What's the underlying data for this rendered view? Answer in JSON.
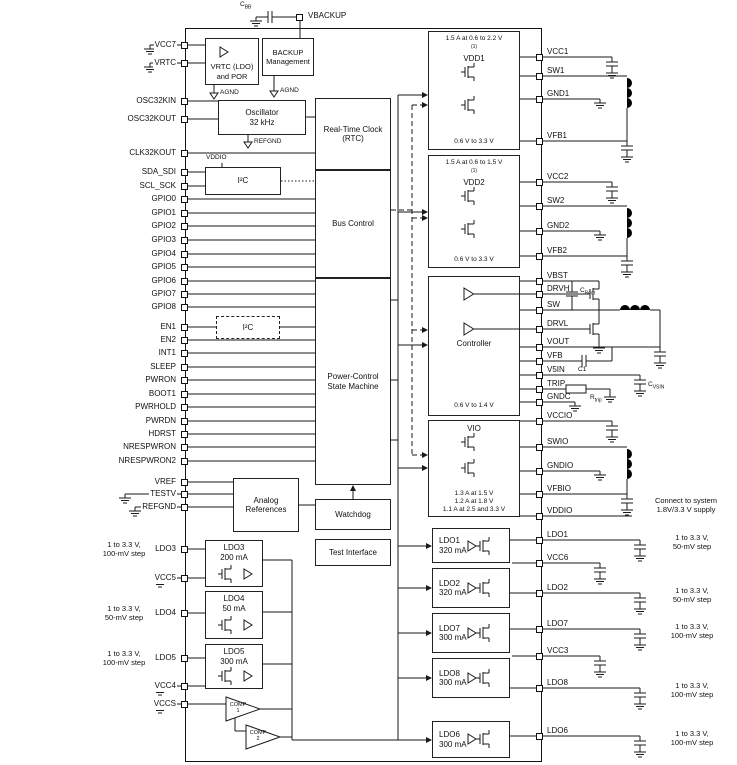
{
  "diagram": {
    "top_pin": "VBACKUP",
    "left_pins": [
      "VCC7",
      "VRTC",
      "OSC32KIN",
      "OSC32KOUT",
      "CLK32KOUT",
      "SDA_SDI",
      "SCL_SCK",
      "GPIO0",
      "GPIO1",
      "GPIO2",
      "GPIO3",
      "GPIO4",
      "GPIO5",
      "GPIO6",
      "GPIO7",
      "GPIO8",
      "EN1",
      "EN2",
      "INT1",
      "SLEEP",
      "PWRON",
      "BOOT1",
      "PWRHOLD",
      "PWRDN",
      "HDRST",
      "NRESPWRON",
      "NRESPWRON2",
      "VREF",
      "TESTV",
      "REFGND",
      "LDO3",
      "VCC5",
      "LDO4",
      "LDO5",
      "VCC4",
      "VCCS"
    ],
    "right_pins": [
      "VCC1",
      "SW1",
      "GND1",
      "VFB1",
      "VCC2",
      "SW2",
      "GND2",
      "VFB2",
      "VBST",
      "DRVH",
      "SW",
      "DRVL",
      "VOUT",
      "VFB",
      "V5IN",
      "TRIP",
      "GNDC",
      "VCCIO",
      "SWIO",
      "GNDIO",
      "VFBIO",
      "VDDIO",
      "LDO1",
      "VCC6",
      "LDO2",
      "LDO7",
      "VCC3",
      "LDO8",
      "LDO6"
    ],
    "blocks": {
      "vrtc": {
        "l1": "VRTC (LDO)",
        "l2": "and POR"
      },
      "backup": {
        "l1": "BACKUP",
        "l2": "Management"
      },
      "agnd": "AGND",
      "osc": {
        "l1": "Oscillator",
        "l2": "32 kHz"
      },
      "refgnd": "REFGND",
      "vddio": "VDDIO",
      "rtc": "Real-Time Clock (RTC)",
      "i2c": "I²C",
      "bus": "Bus Control",
      "pcsm": "Power-Control State Machine",
      "analog": "Analog References",
      "watchdog": "Watchdog",
      "test": "Test Interface",
      "ldo3": {
        "name": "LDO3",
        "current": "200 mA"
      },
      "ldo4": {
        "name": "LDO4",
        "current": "50 mA"
      },
      "ldo5": {
        "name": "LDO5",
        "current": "300 mA"
      },
      "comp1": {
        "l1": "COMP",
        "l2": "1"
      },
      "comp2": {
        "l1": "COMP",
        "l2": "2"
      },
      "vdd1": {
        "rating": "1.5 A at 0.6 to 2.2 V",
        "footnote": "(1)",
        "name": "VDD1",
        "range": "0.6 V to 3.3 V"
      },
      "vdd2": {
        "rating": "1.5 A at 0.6 to 1.5 V",
        "footnote": "(1)",
        "name": "VDD2",
        "range": "0.6 V to 3.3 V"
      },
      "controller": {
        "name": "Controller",
        "range": "0.6 V to 1.4 V"
      },
      "vio": {
        "name": "VIO",
        "r1": "1.3 A at 1.5 V",
        "r2": "1.2 A at 1.8 V",
        "r3": "1.1 A at 2.5 and 3.3 V"
      },
      "ldo1": {
        "name": "LDO1",
        "current": "320 mA"
      },
      "ldo2": {
        "name": "LDO2",
        "current": "320 mA"
      },
      "ldo7": {
        "name": "LDO7",
        "current": "300 mA"
      },
      "ldo8": {
        "name": "LDO8",
        "current": "300 mA"
      },
      "ldo6": {
        "name": "LDO6",
        "current": "300 mA"
      }
    },
    "left_annotations": {
      "ldo3": [
        "1 to 3.3 V,",
        "100-mV step"
      ],
      "ldo4": [
        "1 to 3.3 V,",
        "50-mV step"
      ],
      "ldo5": [
        "1 to 3.3 V,",
        "100-mV step"
      ]
    },
    "right_annotations": {
      "vddio": [
        "Connect to system",
        "1.8V/3.3 V supply"
      ],
      "ldo1": [
        "1 to 3.3 V,",
        "50-mV step"
      ],
      "ldo2": [
        "1 to 3.3 V,",
        "50-mV step"
      ],
      "ldo7": [
        "1 to 3.3 V,",
        "100-mV step"
      ],
      "ldo8": [
        "1 to 3.3 V,",
        "100-mV step"
      ],
      "ldo6": [
        "1 to 3.3 V,",
        "100-mV step"
      ]
    },
    "external": {
      "cbb_base": "C",
      "cbb_sub": "BB",
      "cboot_base": "C",
      "cboot_sub": "Boot",
      "c1": "C1",
      "r_base": "R",
      "r_sub": "trip",
      "cvsin_base": "C",
      "cvsin_sub": "VSIN"
    }
  }
}
